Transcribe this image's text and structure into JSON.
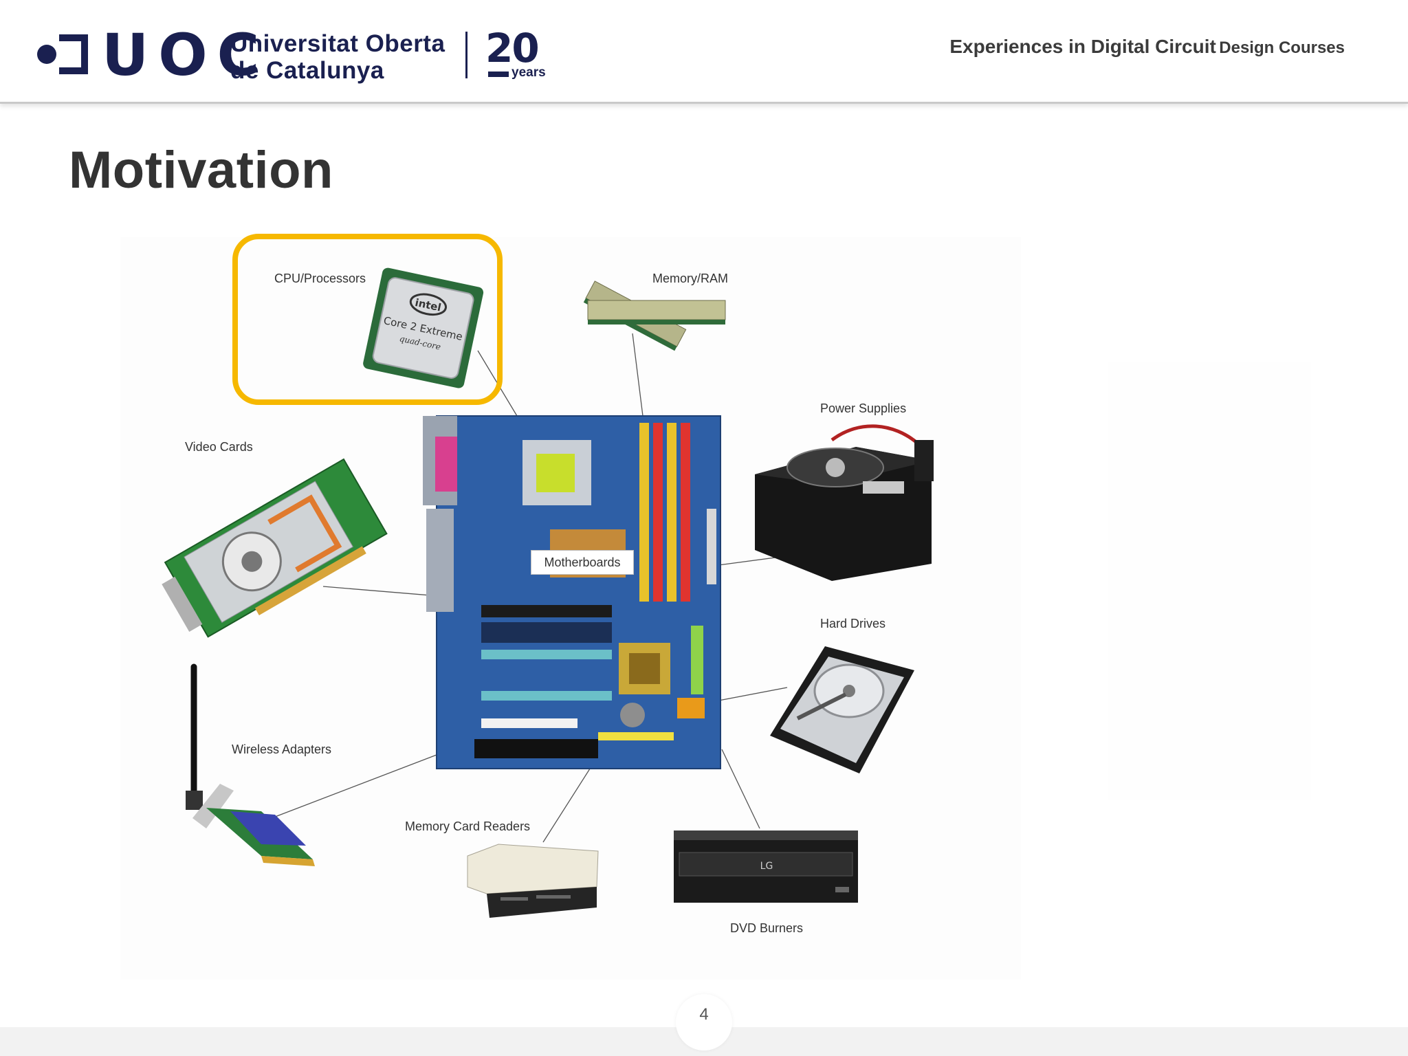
{
  "header": {
    "logo_letters": "UOC",
    "logo_name_line1": "Universitat Oberta",
    "logo_name_line2": "de Catalunya",
    "anniversary_number": "20",
    "anniversary_unit": "years",
    "course_title_main": "Experiences in Digital Circuit",
    "course_title_sub": "Design Courses"
  },
  "slide": {
    "title": "Motivation",
    "page_number": "4"
  },
  "diagram": {
    "center_label": "Motherboards",
    "components": {
      "cpu": "CPU/Processors",
      "memory": "Memory/RAM",
      "power": "Power Supplies",
      "video": "Video Cards",
      "hard_drives": "Hard Drives",
      "wireless": "Wireless Adapters",
      "card_readers": "Memory Card Readers",
      "dvd": "DVD Burners"
    },
    "chip_brand": "intel",
    "chip_model": "Core 2 Extreme",
    "chip_sub": "quad-core",
    "dvd_brand": "LG"
  },
  "colors": {
    "brand_navy": "#1a2050",
    "highlight": "#f6b800",
    "title_text": "#333333"
  }
}
